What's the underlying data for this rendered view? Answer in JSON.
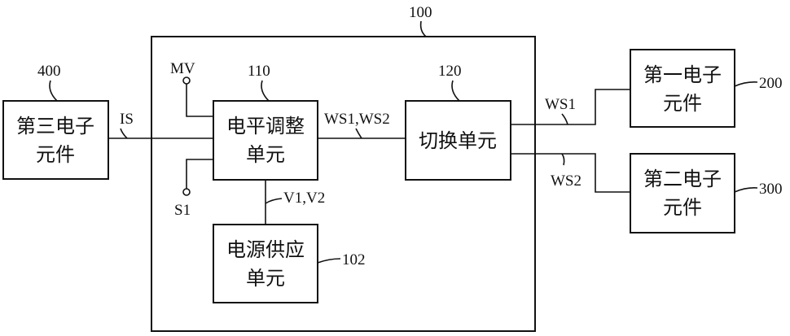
{
  "diagram": {
    "system": {
      "ref": "100"
    },
    "blocks": {
      "level_adjust": {
        "ref": "110",
        "line1": "电平调整",
        "line2": "单元"
      },
      "switch": {
        "ref": "120",
        "line1": "切换单元"
      },
      "power": {
        "ref": "102",
        "line1": "电源供应",
        "line2": "单元"
      },
      "third": {
        "ref": "400",
        "line1": "第三电子",
        "line2": "元件"
      },
      "first": {
        "ref": "200",
        "line1": "第一电子",
        "line2": "元件"
      },
      "second": {
        "ref": "300",
        "line1": "第二电子",
        "line2": "元件"
      }
    },
    "signals": {
      "is": "IS",
      "ws12": "WS1,WS2",
      "ws1": "WS1",
      "ws2": "WS2",
      "v12": "V1,V2",
      "mv": "MV",
      "s1": "S1"
    }
  }
}
